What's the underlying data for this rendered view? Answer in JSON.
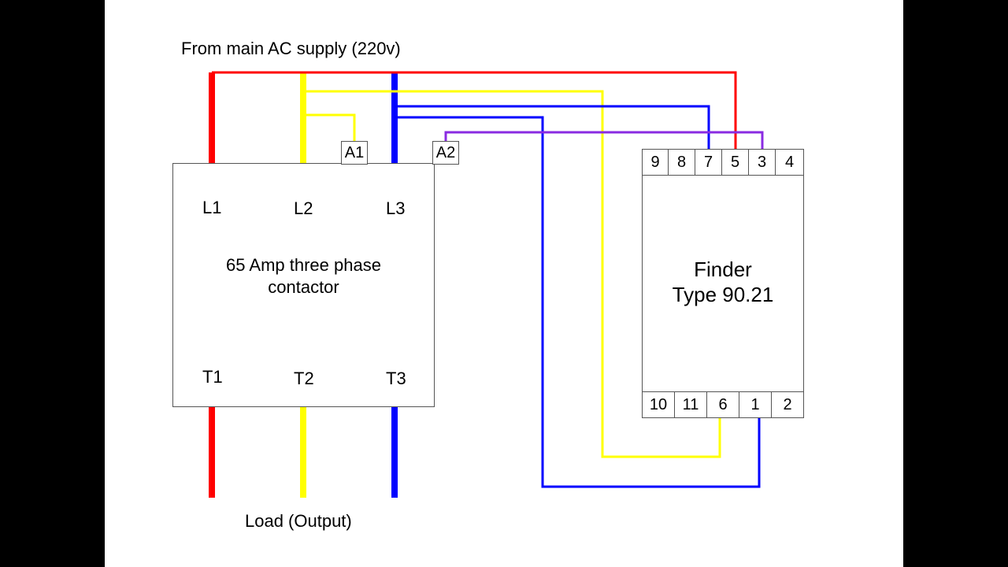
{
  "supply_label": "From main AC supply (220v)",
  "load_label": "Load (Output)",
  "contactor": {
    "title_line1": "65 Amp three phase",
    "title_line2": "contactor",
    "inputs": [
      "L1",
      "L2",
      "L3"
    ],
    "outputs": [
      "T1",
      "T2",
      "T3"
    ],
    "coil": [
      "A1",
      "A2"
    ]
  },
  "relay": {
    "title_line1": "Finder",
    "title_line2": "Type 90.21",
    "top_pins": [
      "9",
      "8",
      "7",
      "5",
      "3",
      "4"
    ],
    "bottom_pins": [
      "10",
      "11",
      "6",
      "1",
      "2"
    ]
  },
  "colors": {
    "phase1": "#ff0000",
    "phase2": "#ffff00",
    "phase3": "#0000ff",
    "control": "#8a2be2",
    "background": "#000000",
    "canvas": "#ffffff"
  }
}
